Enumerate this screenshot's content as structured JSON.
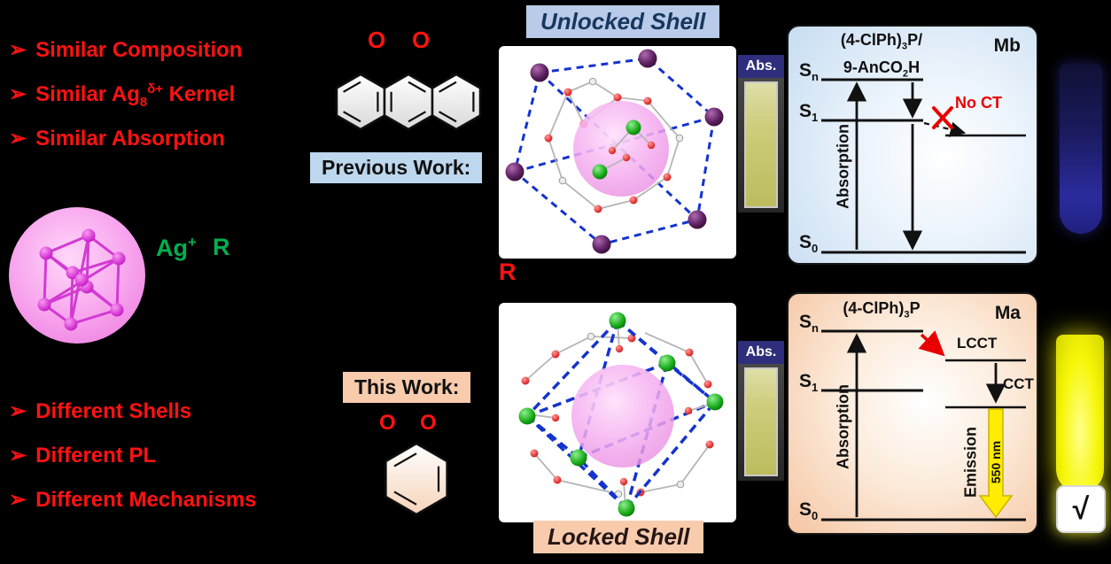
{
  "colors": {
    "background": "#000000",
    "bullet_red": "#ff1212",
    "green": "#00b050",
    "light_blue": "#bdd7ee",
    "title_blue_bg": "#b9cbe8",
    "navy_text": "#17375e",
    "peach": "#f8cbad",
    "magenta": "#d633d6",
    "emission_yellow": "#ffec00",
    "dashed_cage_blue": "#1533cf"
  },
  "bullets_top": {
    "glyph": "➢",
    "item1": "Similar Composition",
    "item2_pre": "Similar Ag",
    "item2_sub": "8",
    "item2_sup": "δ+",
    "item2_post": " Kernel",
    "item3": "Similar Absorption"
  },
  "bullets_bottom": {
    "glyph": "➢",
    "item1": "Different Shells",
    "item2": "Different PL",
    "item3": "Different Mechanisms"
  },
  "kernel": {
    "ag": "Ag",
    "ag_sup": "+",
    "r": "R"
  },
  "previous_work": {
    "label": "Previous Work:",
    "o_left": "O",
    "o_right": "O"
  },
  "this_work": {
    "label": "This Work:",
    "o_left": "O",
    "o_right": "O",
    "r": "R"
  },
  "unlocked": {
    "title": "Unlocked Shell"
  },
  "locked": {
    "title": "Locked Shell"
  },
  "cuvettes": {
    "top_label": "Abs.",
    "bottom_label": "Abs."
  },
  "jablonski_top": {
    "formula1_pre": "(4-ClPh)",
    "formula1_sub": "3",
    "formula1_post": "P/",
    "formula2_pre": "9-AnCO",
    "formula2_sub": "2",
    "formula2_post": "H",
    "tag": "Mb",
    "sn": "S",
    "sn_sub": "n",
    "s1": "S",
    "s1_sub": "1",
    "s0": "S",
    "s0_sub": "0",
    "absorption": "Absorption",
    "no_ct": "No CT"
  },
  "jablonski_bottom": {
    "formula_pre": "(4-ClPh)",
    "formula_sub": "3",
    "formula_post": "P",
    "tag": "Ma",
    "sn": "S",
    "sn_sub": "n",
    "s1": "S",
    "s1_sub": "1",
    "s0": "S",
    "s0_sub": "0",
    "absorption": "Absorption",
    "lcct": "LCCT",
    "cct": "CCT",
    "emission": "Emission",
    "wavelength": "550 nm"
  },
  "result": {
    "check": "√"
  }
}
